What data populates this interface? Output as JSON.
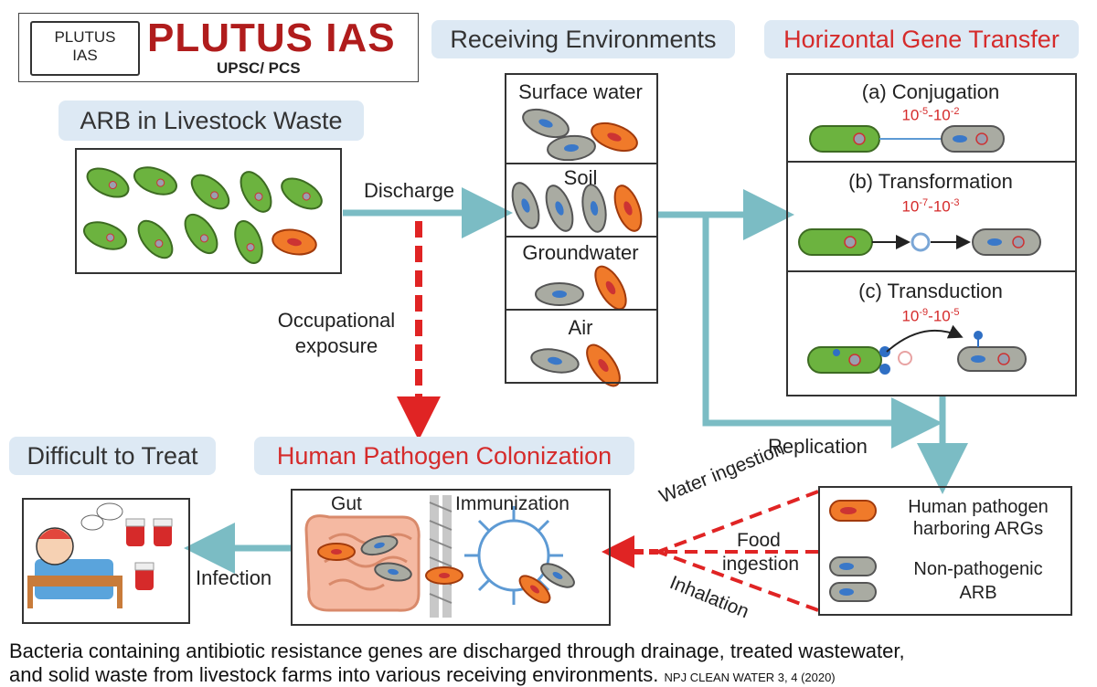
{
  "logo": {
    "screen_line1": "PLUTUS",
    "screen_line2": "IAS",
    "brand": "PLUTUS IAS",
    "tagline": "UPSC/ PCS"
  },
  "headers": {
    "receiving": "Receiving Environments",
    "hgt": "Horizontal Gene Transfer",
    "arb": "ARB in Livestock Waste",
    "difficult": "Difficult to Treat",
    "colonization": "Human Pathogen Colonization"
  },
  "environments": [
    "Surface water",
    "Soil",
    "Groundwater",
    "Air"
  ],
  "hgt": {
    "conjugation": {
      "label": "(a) Conjugation",
      "rate_a": "10",
      "exp_a": "-5",
      "rate_b": "10",
      "exp_b": "-2"
    },
    "transformation": {
      "label": "(b) Transformation",
      "rate_a": "10",
      "exp_a": "-7",
      "rate_b": "10",
      "exp_b": "-3"
    },
    "transduction": {
      "label": "(c) Transduction",
      "rate_a": "10",
      "exp_a": "-9",
      "rate_b": "10",
      "exp_b": "-5"
    }
  },
  "flow": {
    "discharge": "Discharge",
    "occupational": "Occupational",
    "exposure": "exposure",
    "replication": "Replication",
    "infection": "Infection",
    "water_ingestion": "Water ingestion",
    "food": "Food",
    "ingestion": "ingestion",
    "inhalation": "Inhalation"
  },
  "colonization": {
    "gut": "Gut",
    "immunization": "Immunization"
  },
  "legend": {
    "pathogen_line1": "Human pathogen",
    "pathogen_line2": "harboring ARGs",
    "nonpath_line1": "Non-pathogenic",
    "nonpath_line2": "ARB"
  },
  "caption": {
    "line1": "Bacteria containing antibiotic resistance genes are discharged through drainage, treated wastewater,",
    "line2": "and solid waste from livestock farms into various receiving environments.",
    "source": "NPJ CLEAN WATER 3, 4 (2020)"
  },
  "colors": {
    "green_cell": "#6cb33f",
    "orange_cell": "#f07a2a",
    "gray_cell": "#a9aba2",
    "arrow_teal": "#7bbcc4",
    "arrow_red": "#e02424",
    "header_bg": "#dde9f4",
    "brand_red": "#b01c1c"
  }
}
